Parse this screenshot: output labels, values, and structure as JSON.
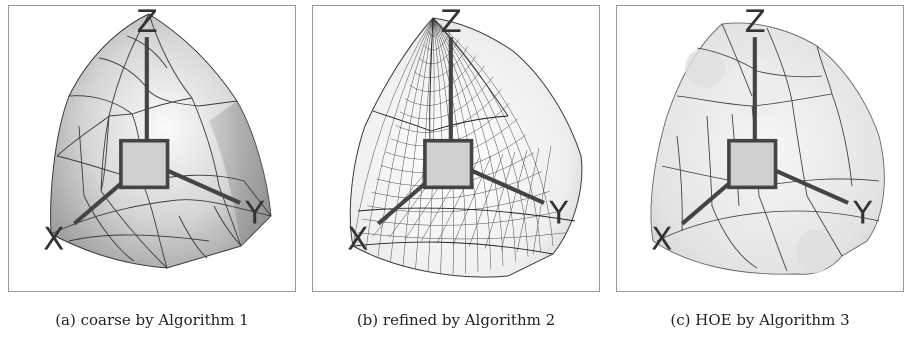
{
  "figures": [
    {
      "id": "a",
      "caption": "(a) coarse by Algorithm 1",
      "style": "solid-gray",
      "mesh": "coarse"
    },
    {
      "id": "b",
      "caption": "(b) refined by Algorithm 2",
      "style": "translucent",
      "mesh": "refined"
    },
    {
      "id": "c",
      "caption": "(c) HOE by Algorithm 3",
      "style": "translucent-light",
      "mesh": "coarse"
    }
  ],
  "axes": {
    "x": "X",
    "y": "Y",
    "z": "Z"
  },
  "colors": {
    "edge": "#3a3a3a",
    "border": "#9a9a9a"
  }
}
